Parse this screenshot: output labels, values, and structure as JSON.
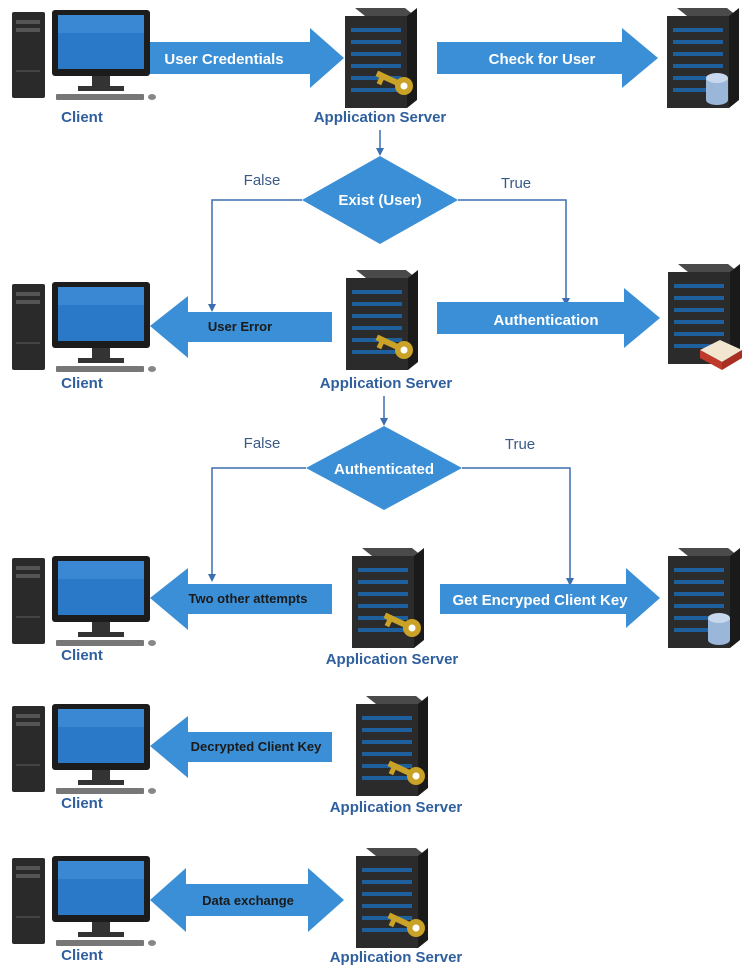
{
  "nodes": {
    "client": "Client",
    "app_server": "Application Server"
  },
  "arrows": {
    "user_credentials": "User Credentials",
    "check_for_user": "Check for User",
    "user_error": "User Error",
    "authentication": "Authentication",
    "two_other_attempts": "Two other attempts",
    "get_encrypted_key": "Get Encryped Client Key",
    "decrypted_client_key": "Decrypted Client Key",
    "data_exchange": "Data exchange"
  },
  "decisions": {
    "exist_user": "Exist (User)",
    "authenticated": "Authenticated",
    "false_label": "False",
    "true_label": "True"
  },
  "colors": {
    "arrow_blue": "#3b8fd6",
    "label_blue": "#2f5f9e",
    "server_dark": "#2b2b2b",
    "screen_blue": "#2a78c8"
  },
  "icons": [
    "desktop-computer-icon",
    "server-key-icon",
    "database-server-icon",
    "server-book-icon"
  ]
}
